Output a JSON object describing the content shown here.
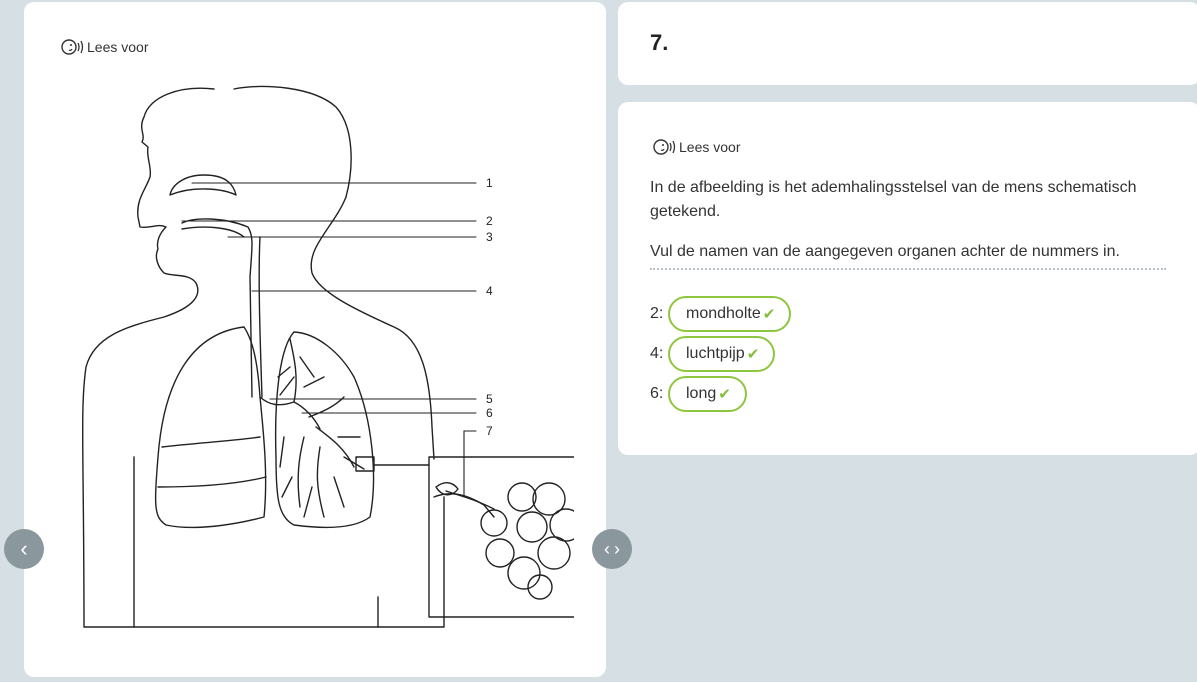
{
  "left_panel": {
    "read_aloud_label": "Lees voor",
    "diagram_labels": [
      "1",
      "2",
      "3",
      "4",
      "5",
      "6",
      "7"
    ]
  },
  "question": {
    "number": "7.",
    "read_aloud_label": "Lees voor",
    "intro": "In de afbeelding is het ademhalingsstelsel van de mens schematisch getekend.",
    "instruction": "Vul de namen van de aangegeven organen achter de nummers in.",
    "answers": [
      {
        "num": "2:",
        "value": "mondholte"
      },
      {
        "num": "4:",
        "value": "luchtpijp"
      },
      {
        "num": "6:",
        "value": "long"
      }
    ]
  },
  "icons": {
    "read_aloud": "speaker-face-icon",
    "check": "check-icon",
    "prev": "chevron-left-icon",
    "next": "chevron-right-icon"
  },
  "colors": {
    "background": "#d5dfe4",
    "card": "#ffffff",
    "correct": "#8ec63f",
    "nav": "#8a979d"
  }
}
